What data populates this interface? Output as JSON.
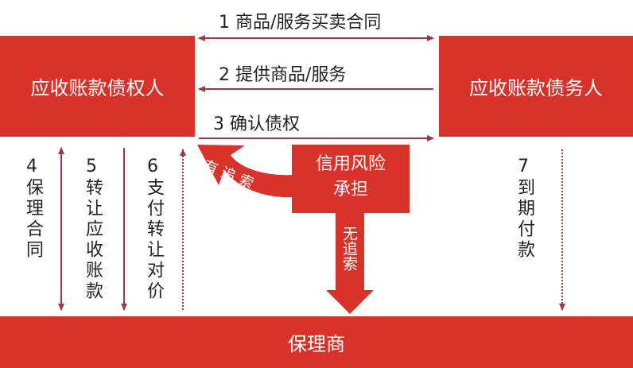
{
  "parties": {
    "creditor": "应收账款债权人",
    "debtor": "应收账款债务人",
    "factor": "保理商"
  },
  "flows": [
    {
      "label": "1 商品/服务买卖合同",
      "direction": "both"
    },
    {
      "label": "2 提供商品/服务",
      "direction": "to-creditor"
    },
    {
      "label": "3 确认债权",
      "direction": "to-debtor"
    }
  ],
  "vertical_flows": [
    {
      "num": "4",
      "label": "保理合同",
      "direction": "both"
    },
    {
      "num": "5",
      "label": "转让应收账款",
      "direction": "down"
    },
    {
      "num": "6",
      "label": "支付转让对价",
      "direction": "up",
      "style": "dotted"
    },
    {
      "num": "7",
      "label": "到期付款",
      "direction": "down",
      "style": "dotted"
    }
  ],
  "risk": {
    "title_line1": "信用风险",
    "title_line2": "承担",
    "with_recourse": "有追索",
    "without_recourse": "无追索"
  },
  "colors": {
    "red": "#d9322b",
    "line": "#9c3a44"
  }
}
